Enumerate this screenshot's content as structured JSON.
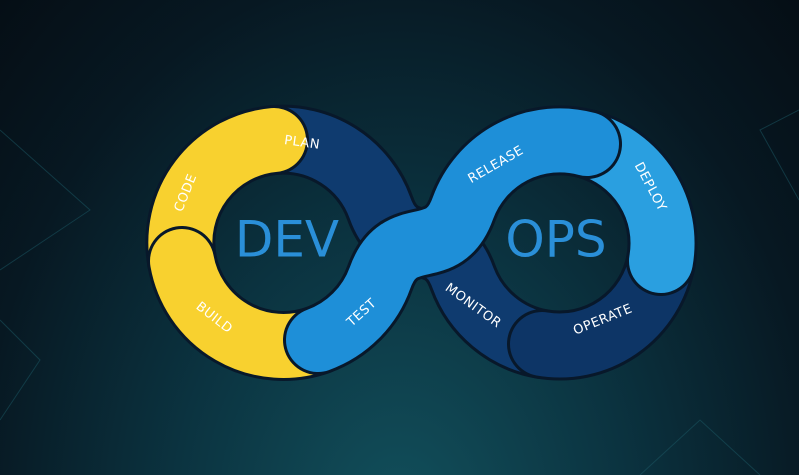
{
  "diagram": {
    "center_left": "DEV",
    "center_right": "OPS",
    "stages": {
      "code": "CODE",
      "plan": "PLAN",
      "build": "BUILD",
      "test": "TEST",
      "release": "RELEASE",
      "deploy": "DEPLOY",
      "operate": "OPERATE",
      "monitor": "MONITOR"
    },
    "colors": {
      "yellow": "#f8d12f",
      "navy": "#0f3b6f",
      "blue": "#1e8fd8",
      "deploy_blue": "#2a9fe0",
      "outline": "#08182a"
    }
  }
}
